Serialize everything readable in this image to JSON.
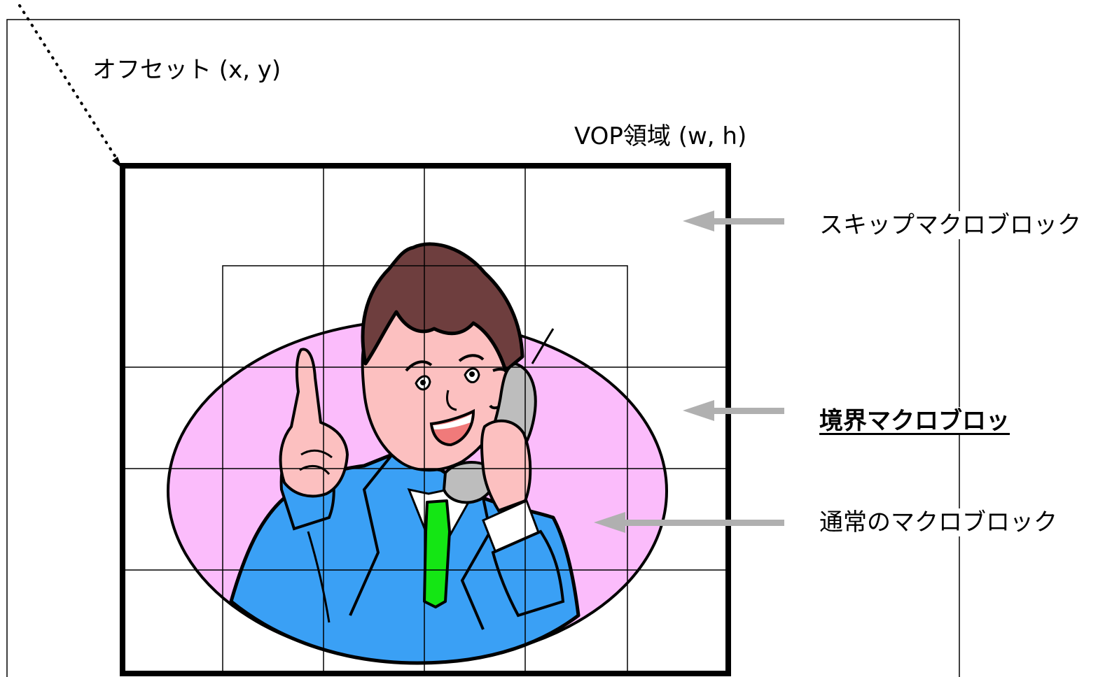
{
  "labels": {
    "offset": "オフセット (x, y)",
    "vop_region": "VOP領域 (w, h)",
    "skip_macroblock": "スキップマクロブロック",
    "boundary_macroblock": "境界マクロブロッ",
    "normal_macroblock": "通常のマクロブロック"
  },
  "colors": {
    "background_ellipse": "#fbbcfb",
    "suit": "#3aa0f5",
    "tie": "#14e614",
    "hair": "#6e3e3e",
    "skin": "#fcc0c0",
    "phone": "#bdbdbd",
    "arrow": "#b0b0b0",
    "mouth": "#f07a7a"
  },
  "icons": [
    "dotted-offset-arrow",
    "gray-left-arrow",
    "businessman-on-phone-clipart"
  ]
}
